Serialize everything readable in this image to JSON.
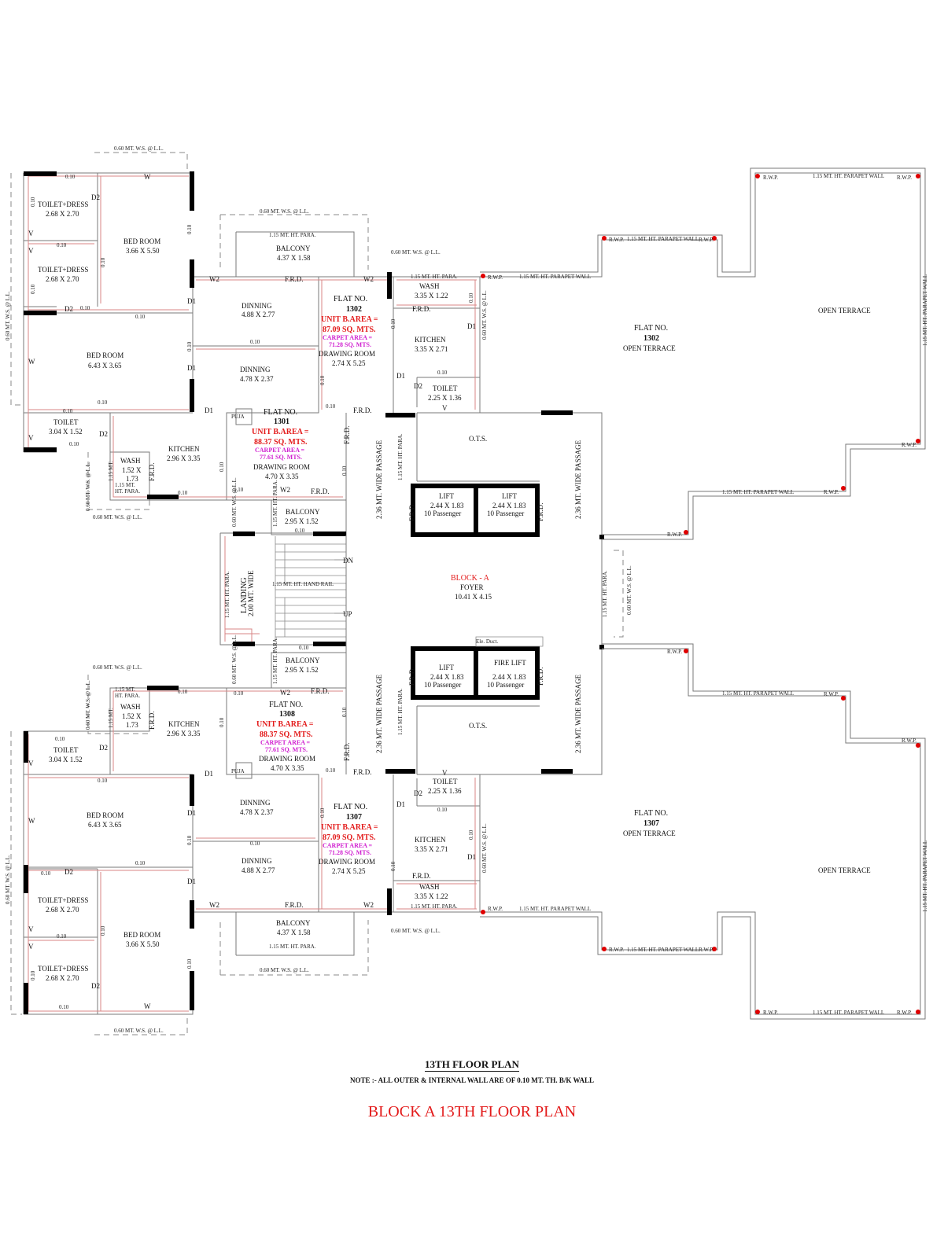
{
  "labels": {
    "toilet_dress": "TOILET+DRESS",
    "toilet": "TOILET",
    "bed_room": "BED ROOM",
    "dinning": "DINNING",
    "drawing_room": "DRAWING ROOM",
    "kitchen": "KITCHEN",
    "wash": "WASH",
    "balcony": "BALCONY",
    "puja": "PUJA",
    "lift": "LIFT",
    "fire_lift": "FIRE LIFT",
    "ots": "O.T.S.",
    "open_terrace": "OPEN TERRACE",
    "passage": "2.36 MT. WIDE PASSAGE",
    "landing": "LANDING",
    "landing_width": "2.00 MT. WIDE",
    "block": "BLOCK - A",
    "foyer": "FOYER",
    "foyer_size": "10.41 X 4.15",
    "dn": "DN",
    "up": "UP",
    "hand_rail": "1.15 MT. HT. HAND RAIL",
    "ele_duct": "Ele. Duct.",
    "passenger": "10 Passenger"
  },
  "dimensions": {
    "toilet_dress": "2.68 X 2.70",
    "bed_small": "3.66 X 5.50",
    "bed_large": "6.43 X 3.65",
    "toilet_small": "3.04 X 1.52",
    "toilet_core": "2.25 X 1.36",
    "dinning_a": "4.88 X 2.77",
    "dinning_b": "4.78 X 2.37",
    "drawing_a": "2.74 X 5.25",
    "drawing_b": "4.70 X 3.35",
    "kitchen_a": "3.35 X 2.71",
    "kitchen_b": "2.96 X 3.35",
    "wash_a": "3.35 X 1.22",
    "wash_b1": "1.52 X",
    "wash_b2": "1.73",
    "balcony_a": "4.37 X 1.58",
    "balcony_b": "2.95 X 1.52",
    "lift": "2.44 X 1.83"
  },
  "notes": {
    "ws_ll": "0.60 MT. W.S. @ L.L.",
    "parapet": "1.15 MT. HT. PARAPET WALL",
    "ht_para": "1.15 MT. HT. PARA.",
    "ht_para_a": "1.15 MT.",
    "ht_para_b": "HT. PARA.",
    "wall": "0.10",
    "rwp": "R.W.P.",
    "frd": "F.R.D.",
    "d1": "D1",
    "d2": "D2",
    "w": "W",
    "w2": "W2",
    "v": "V"
  },
  "flats": {
    "f1302": {
      "no": "FLAT NO.",
      "num": "1302",
      "ua1": "UNIT B.AREA =",
      "ua2": "87.09 SQ. MTS.",
      "ca1": "CARPET AREA =",
      "ca2": "71.28 SQ. MTS."
    },
    "f1301": {
      "no": "FLAT NO.",
      "num": "1301",
      "ua1": "UNIT B.AREA =",
      "ua2": "88.37 SQ. MTS.",
      "ca1": "CARPET AREA =",
      "ca2": "77.61 SQ. MTS."
    },
    "f1308": {
      "no": "FLAT NO.",
      "num": "1308",
      "ua1": "UNIT B.AREA =",
      "ua2": "88.37 SQ. MTS.",
      "ca1": "CARPET AREA =",
      "ca2": "77.61 SQ. MTS."
    },
    "f1307": {
      "no": "FLAT NO.",
      "num": "1307",
      "ua1": "UNIT B.AREA =",
      "ua2": "87.09 SQ. MTS.",
      "ca1": "CARPET AREA =",
      "ca2": "71.28 SQ. MTS."
    }
  },
  "footer": {
    "title": "13TH  FLOOR PLAN",
    "note": "NOTE :- ALL OUTER & INTERNAL WALL ARE OF 0.10 MT. TH. B/K WALL",
    "big_title": "BLOCK A 13TH FLOOR PLAN"
  },
  "colors": {
    "unit_area": "#e31b1b",
    "carpet_area": "#d01fd0",
    "rwp_marker": "#e00000",
    "title": "#e31b1b"
  }
}
